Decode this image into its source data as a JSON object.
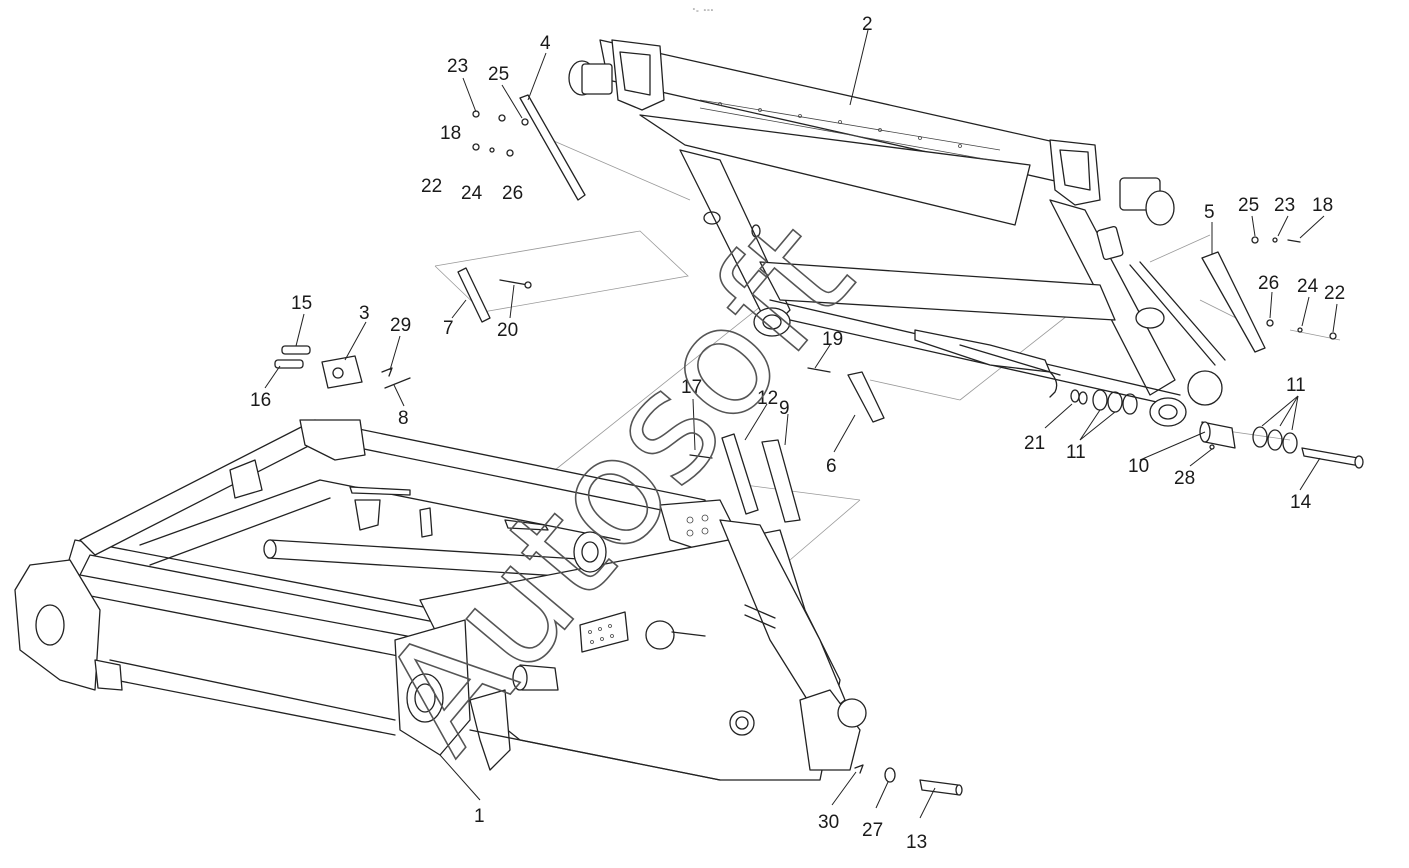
{
  "watermark": "Autosoft",
  "top_mark": "ᵒₒ ∘∘∘",
  "labels": {
    "p1": "1",
    "p2": "2",
    "p3": "3",
    "p4": "4",
    "p5": "5",
    "p6": "6",
    "p7": "7",
    "p8": "8",
    "p9": "9",
    "p10": "10",
    "p11a": "11",
    "p11b": "11",
    "p12": "12",
    "p13": "13",
    "p14": "14",
    "p15": "15",
    "p16": "16",
    "p17": "17",
    "p18a": "18",
    "p18b": "18",
    "p19": "19",
    "p20": "20",
    "p21": "21",
    "p22a": "22",
    "p22b": "22",
    "p23a": "23",
    "p23b": "23",
    "p24a": "24",
    "p24b": "24",
    "p25a": "25",
    "p25b": "25",
    "p26a": "26",
    "p26b": "26",
    "p27": "27",
    "p28": "28",
    "p29": "29",
    "p30": "30"
  }
}
